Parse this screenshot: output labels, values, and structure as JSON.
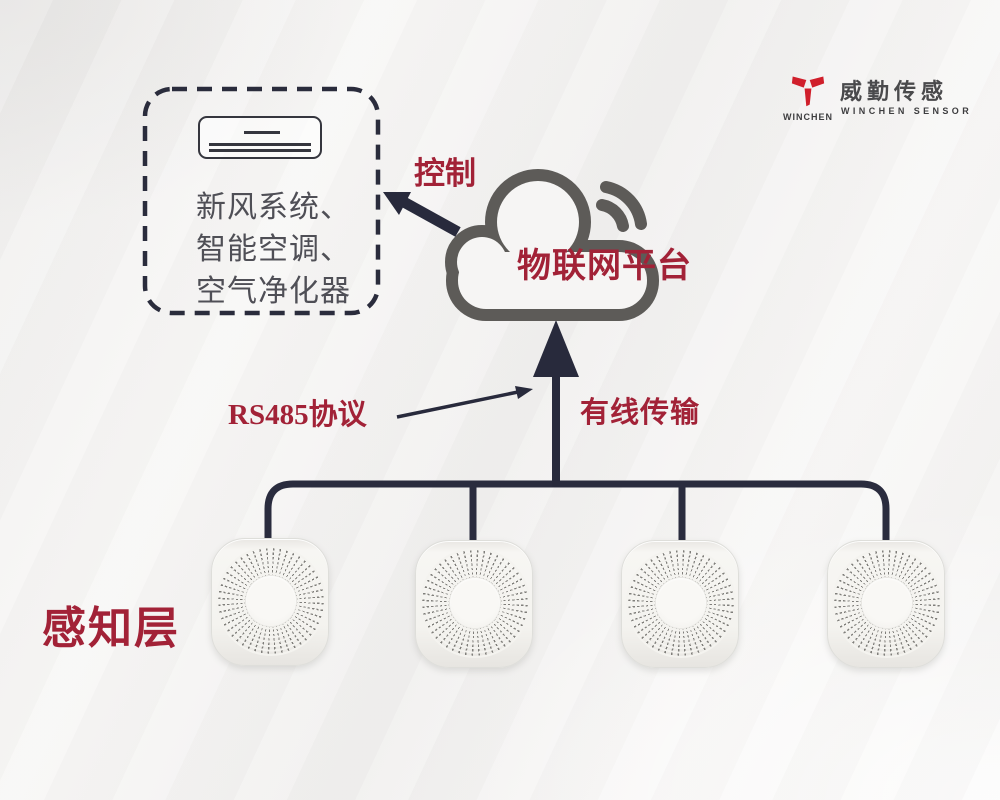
{
  "brand": {
    "mark_caption": "WINCHEN",
    "name_cn": "威勤传感",
    "name_en": "WINCHEN SENSOR",
    "logo_red": "#d01f2b"
  },
  "cloud": {
    "label": "物联网平台"
  },
  "labels": {
    "control": "控制",
    "protocol": "RS485协议",
    "transmission": "有线传输",
    "perception_layer": "感知层"
  },
  "appliance_box": {
    "lines": [
      "新风系统、",
      "智能空调、",
      "空气净化器"
    ]
  },
  "sensors": {
    "count": 4,
    "type": "ceiling-sensor-device"
  },
  "colors": {
    "red_text": "#a22237",
    "wire_navy": "#2a2c3e",
    "cloud_gray": "#5d5b58",
    "body_text": "#4f4f56"
  }
}
